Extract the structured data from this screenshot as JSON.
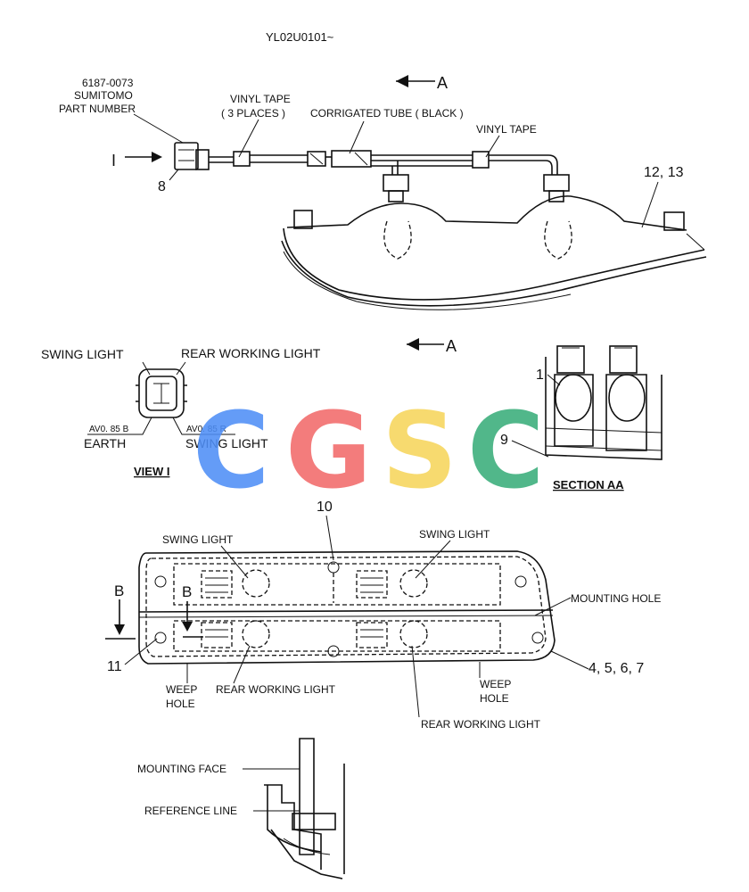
{
  "doc_code": "YL02U0101~",
  "part_number": {
    "line1": "6187-0073",
    "line2": "SUMITOMO",
    "line3": "PART NUMBER"
  },
  "labels": {
    "vinyl_tape_1": "VINYL TAPE",
    "three_places": "( 3 PLACES )",
    "corrigated_tube": "CORRIGATED TUBE ( BLACK )",
    "vinyl_tape_2": "VINYL TAPE",
    "arrow_a_top": "A",
    "arrow_a_mid": "A",
    "view_arrow_i": "I",
    "swing_light_conn": "SWING  LIGHT",
    "rear_working_conn": "REAR WORKING LIGHT",
    "wire_b": "AV0. 85 B",
    "wire_r": "AV0. 85 R",
    "earth": "EARTH",
    "swing_light_bottom": "SWING  LIGHT",
    "view_i": "VIEW  I",
    "section_aa": "SECTION  AA",
    "swing_light_left": "SWING LIGHT",
    "swing_light_right": "SWING LIGHT",
    "mounting_hole": "MOUNTING HOLE",
    "weep_hole_left_1": "WEEP",
    "weep_hole_left_2": "HOLE",
    "weep_hole_right_1": "WEEP",
    "weep_hole_right_2": "HOLE",
    "rear_working_left": "REAR WORKING LIGHT",
    "rear_working_right": "REAR WORKING LIGHT",
    "b_outer": "B",
    "b_inner": "B",
    "mounting_face": "MOUNTING FACE",
    "reference_line": "REFERENCE LINE"
  },
  "callouts": {
    "c8": "8",
    "c12_13": "12, 13",
    "c1": "1",
    "c9": "9",
    "c10": "10",
    "c11": "11",
    "c4_7": "4, 5, 6, 7"
  },
  "watermark": {
    "text": "CGSC",
    "colors": {
      "C1": "#4f8ff7",
      "G": "#f26b6b",
      "S": "#f7d65c",
      "C2": "#3aae7a"
    }
  }
}
